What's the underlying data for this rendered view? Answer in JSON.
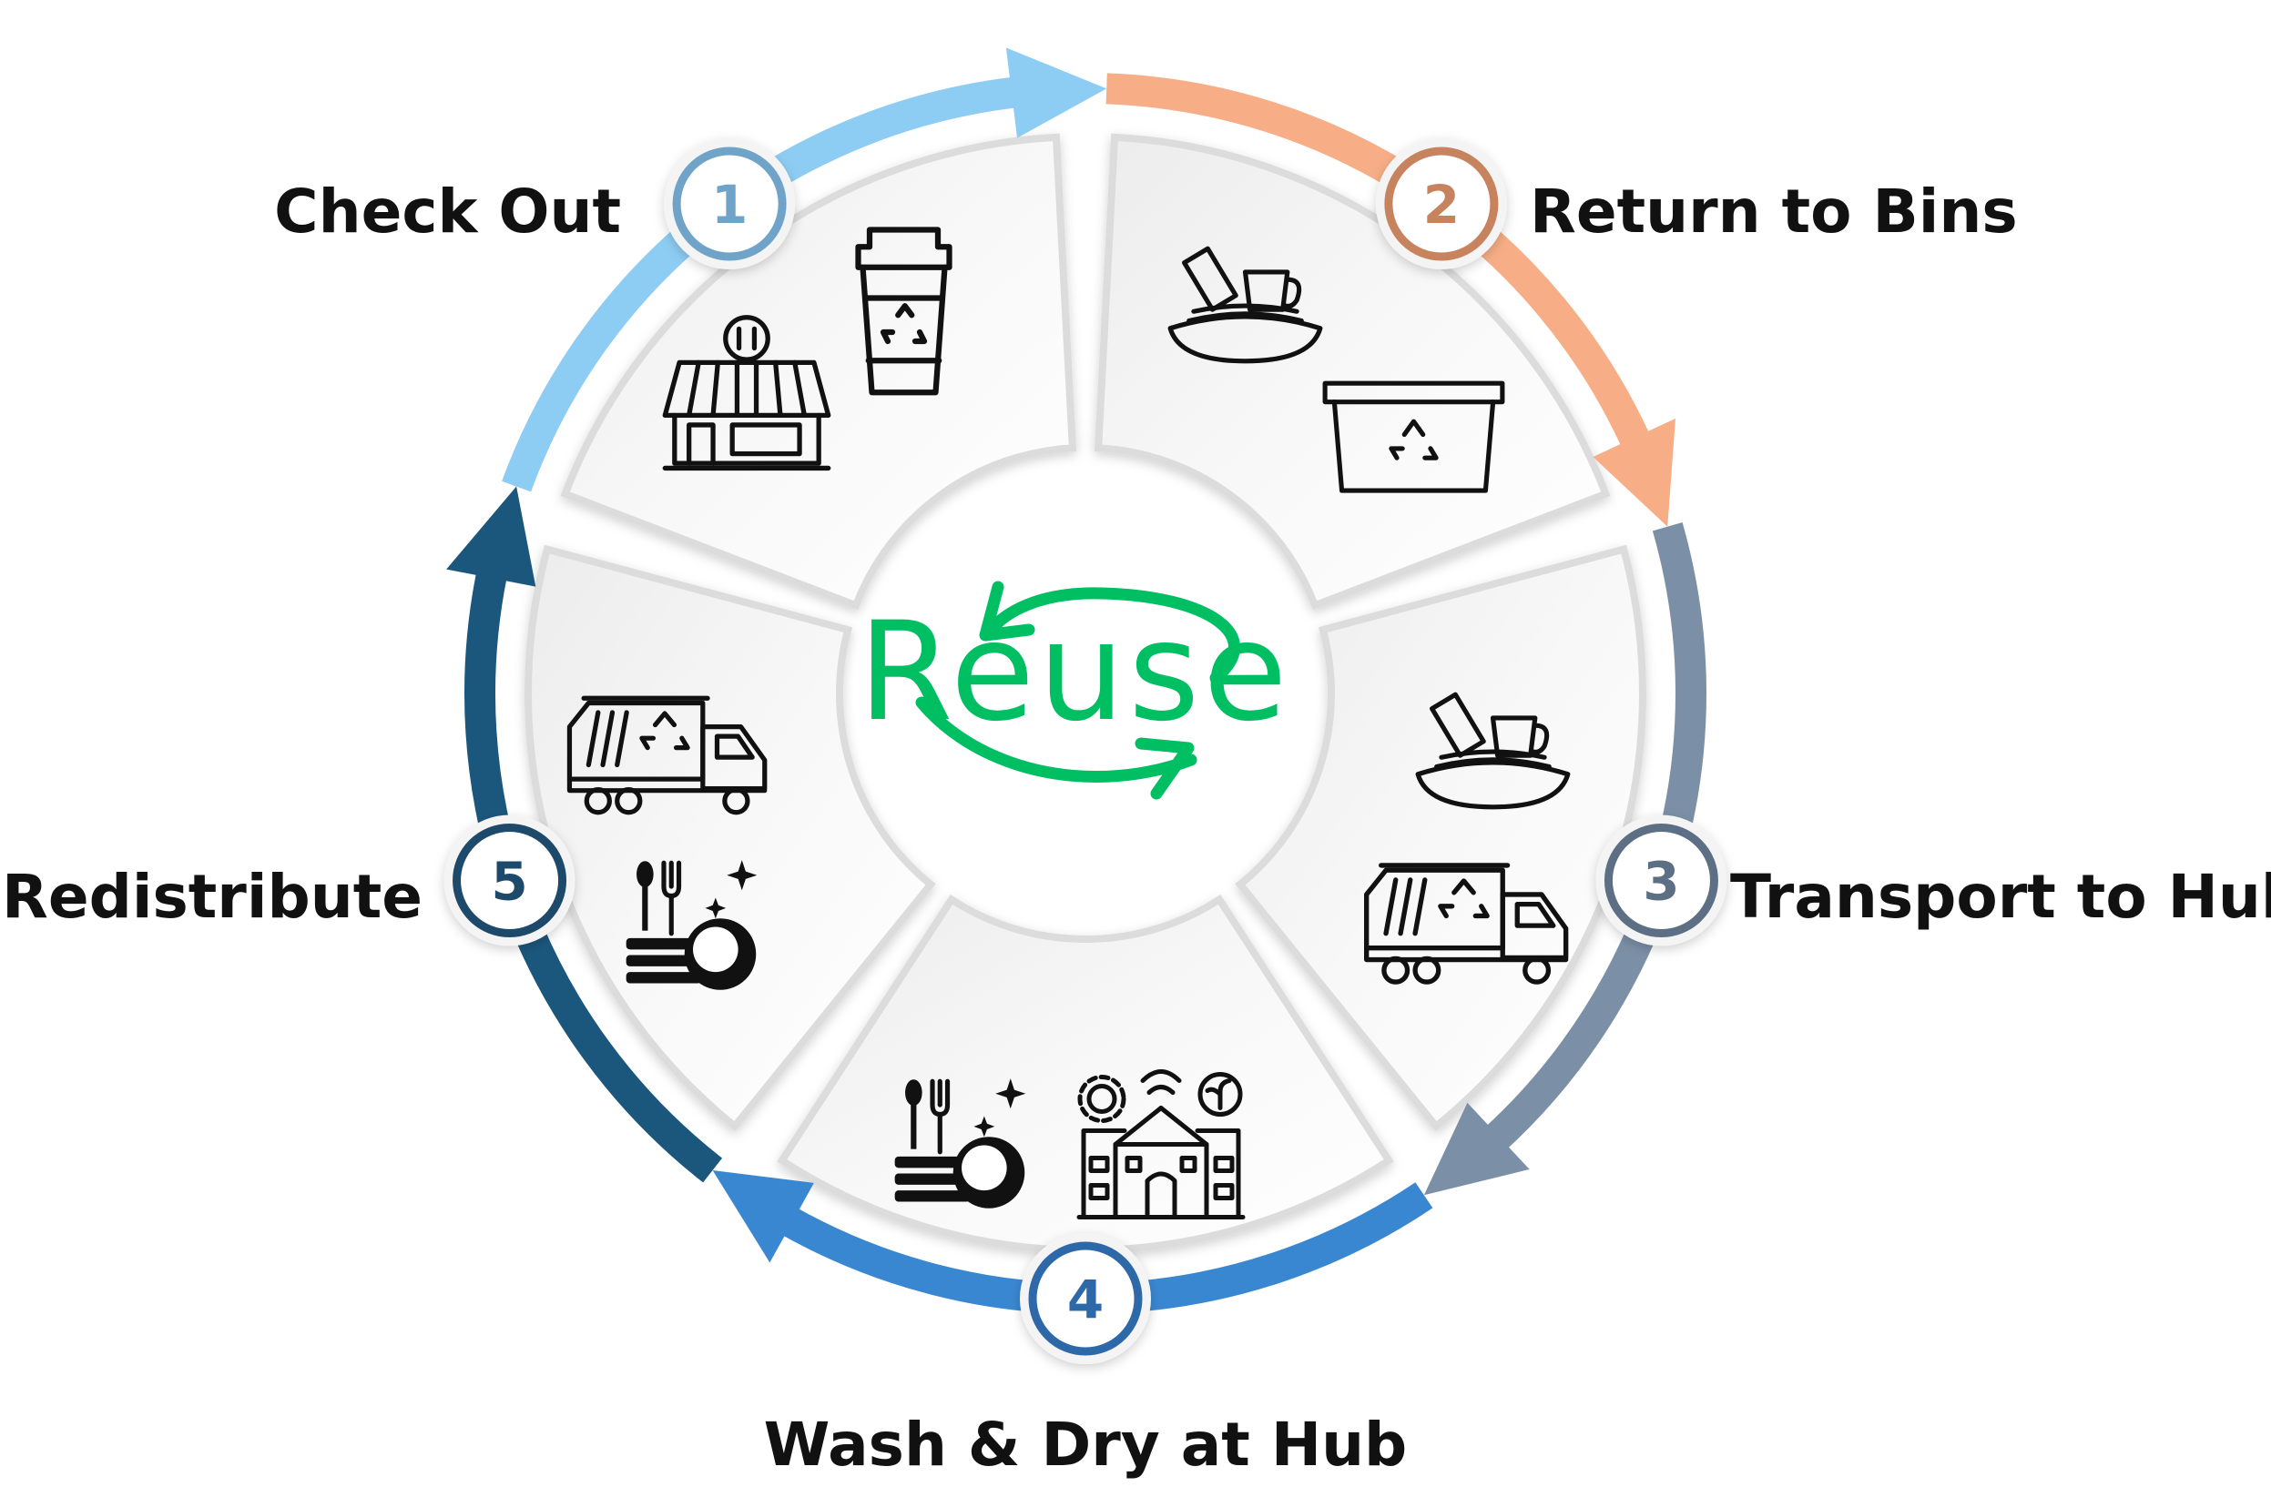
{
  "center": {
    "text": "Reuse",
    "color": "#00bf63"
  },
  "steps": [
    {
      "number": "1",
      "label": "Check Out",
      "ring_color": "#8ecdf3",
      "badge_color": "#6fa3c8",
      "icons": [
        "to-go-cup-recycle-icon",
        "restaurant-store-icon"
      ]
    },
    {
      "number": "2",
      "label": "Return to Bins",
      "ring_color": "#f7ae86",
      "badge_color": "#c7825e",
      "icons": [
        "stacked-dishes-icon",
        "recycling-bin-icon"
      ]
    },
    {
      "number": "3",
      "label": "Transport to Hub",
      "ring_color": "#7b8fa6",
      "badge_color": "#5d6f85",
      "icons": [
        "stacked-dishes-icon",
        "recycling-truck-icon"
      ]
    },
    {
      "number": "4",
      "label": "Wash & Dry at Hub",
      "ring_color": "#3a87d1",
      "badge_color": "#2d68a8",
      "icons": [
        "clean-dishes-icon",
        "smart-hub-building-icon"
      ]
    },
    {
      "number": "5",
      "label": "Redistribute",
      "ring_color": "#1b577c",
      "badge_color": "#1d4a6a",
      "icons": [
        "recycling-truck-icon",
        "clean-dishes-icon"
      ]
    }
  ]
}
